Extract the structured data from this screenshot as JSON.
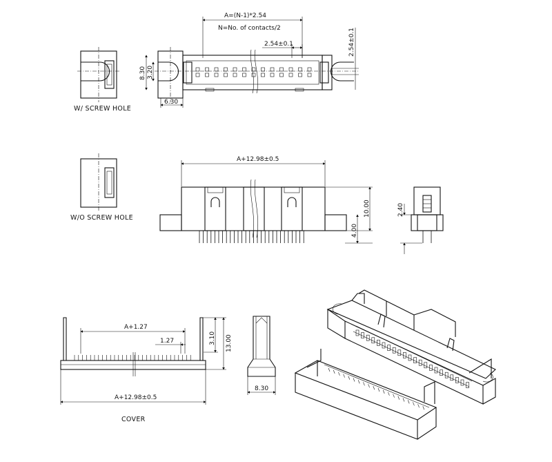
{
  "labels": {
    "dim_a": "A=(N-1)*2.54",
    "dim_n": "N=No. of contacts/2",
    "dim_pitch": "2.54±0.1",
    "dim_pitch_vert": "2.54±0.1",
    "dim_height": "8.30",
    "dim_inner": "3.20",
    "dim_ear": "6.30",
    "cap_screw": "W/ SCREW HOLE",
    "cap_noscrew": "W/O SCREW HOLE",
    "dim_side_len": "A+12.98±0.5",
    "dim_side_h": "10.00",
    "dim_side_pin": "4.00",
    "dim_end_pin": "2.40",
    "dim_cover_a": "A+1.27",
    "dim_cover_pitch": "1.27",
    "dim_cover_len": "A+12.98±0.5",
    "dim_cover_h1": "3.10",
    "dim_cover_h2": "13.00",
    "dim_cover_w": "8.30",
    "cap_cover": "COVER"
  }
}
